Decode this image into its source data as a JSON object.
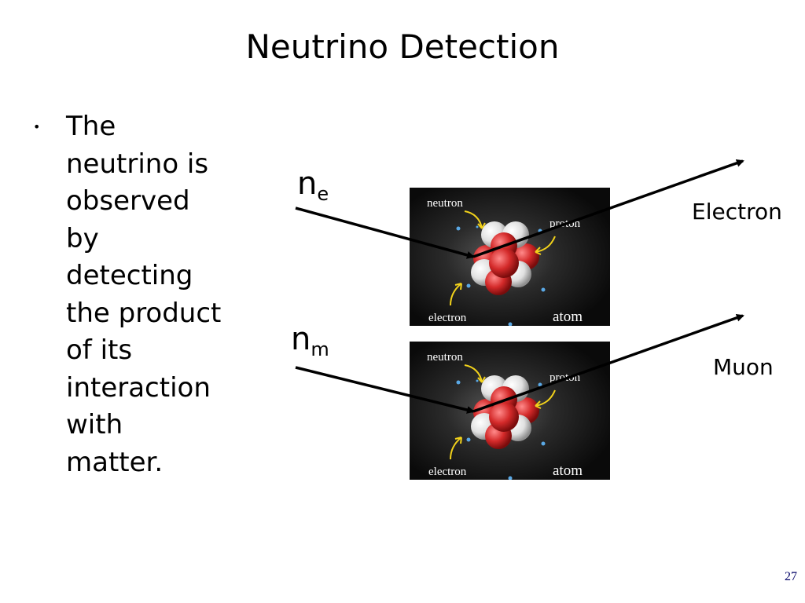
{
  "slide": {
    "title": "Neutrino Detection",
    "bullet_lines": [
      "The",
      "neutrino is",
      "observed",
      "by",
      "detecting",
      "the product",
      "of its",
      "interaction",
      "with",
      "matter."
    ],
    "nu_e": {
      "symbol": "n",
      "sub": "e"
    },
    "nu_m": {
      "symbol": "n",
      "sub": "m"
    },
    "electron_label": "Electron",
    "muon_label": "Muon",
    "slide_number": "27"
  },
  "atom_image": {
    "neutron_label": "neutron",
    "proton_label": "proton",
    "electron_label": "electron",
    "atom_label": "atom"
  },
  "colors": {
    "text": "#000000",
    "arrow": "#000000",
    "slide_number": "#000066",
    "atom_background": "#111111",
    "nucleus_red": "#d42a2a",
    "nucleus_white": "#e6e6e6",
    "pointer_yellow": "#f2d21b"
  }
}
